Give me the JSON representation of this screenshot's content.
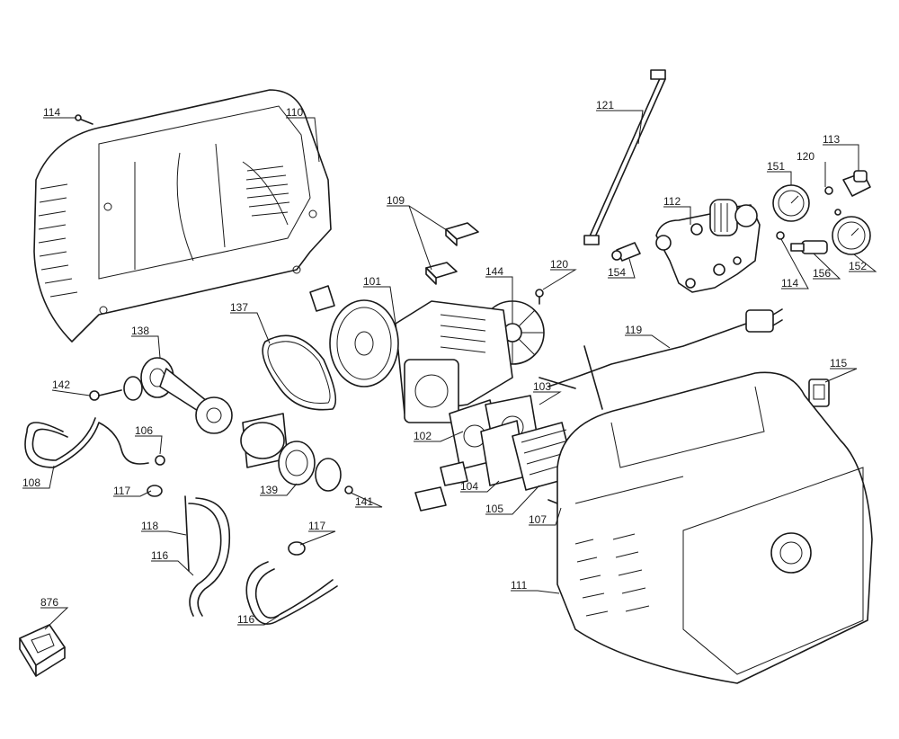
{
  "callouts": [
    {
      "id": "c114a",
      "label": "114"
    },
    {
      "id": "c110",
      "label": "110"
    },
    {
      "id": "c109",
      "label": "109"
    },
    {
      "id": "c121",
      "label": "121"
    },
    {
      "id": "c113",
      "label": "113"
    },
    {
      "id": "c120a",
      "label": "120"
    },
    {
      "id": "c151",
      "label": "151"
    },
    {
      "id": "c112",
      "label": "112"
    },
    {
      "id": "c154",
      "label": "154"
    },
    {
      "id": "c114b",
      "label": "114"
    },
    {
      "id": "c156",
      "label": "156"
    },
    {
      "id": "c152",
      "label": "152"
    },
    {
      "id": "c144",
      "label": "144"
    },
    {
      "id": "c120b",
      "label": "120"
    },
    {
      "id": "c101",
      "label": "101"
    },
    {
      "id": "c137",
      "label": "137"
    },
    {
      "id": "c138",
      "label": "138"
    },
    {
      "id": "c142",
      "label": "142"
    },
    {
      "id": "c119",
      "label": "119"
    },
    {
      "id": "c115",
      "label": "115"
    },
    {
      "id": "c103",
      "label": "103"
    },
    {
      "id": "c102",
      "label": "102"
    },
    {
      "id": "c106",
      "label": "106"
    },
    {
      "id": "c108",
      "label": "108"
    },
    {
      "id": "c117a",
      "label": "117"
    },
    {
      "id": "c139",
      "label": "139"
    },
    {
      "id": "c141",
      "label": "141"
    },
    {
      "id": "c104",
      "label": "104"
    },
    {
      "id": "c105",
      "label": "105"
    },
    {
      "id": "c107",
      "label": "107"
    },
    {
      "id": "c118",
      "label": "118"
    },
    {
      "id": "c117b",
      "label": "117"
    },
    {
      "id": "c116a",
      "label": "116"
    },
    {
      "id": "c111",
      "label": "111"
    },
    {
      "id": "c876",
      "label": "876"
    },
    {
      "id": "c116b",
      "label": "116"
    }
  ]
}
